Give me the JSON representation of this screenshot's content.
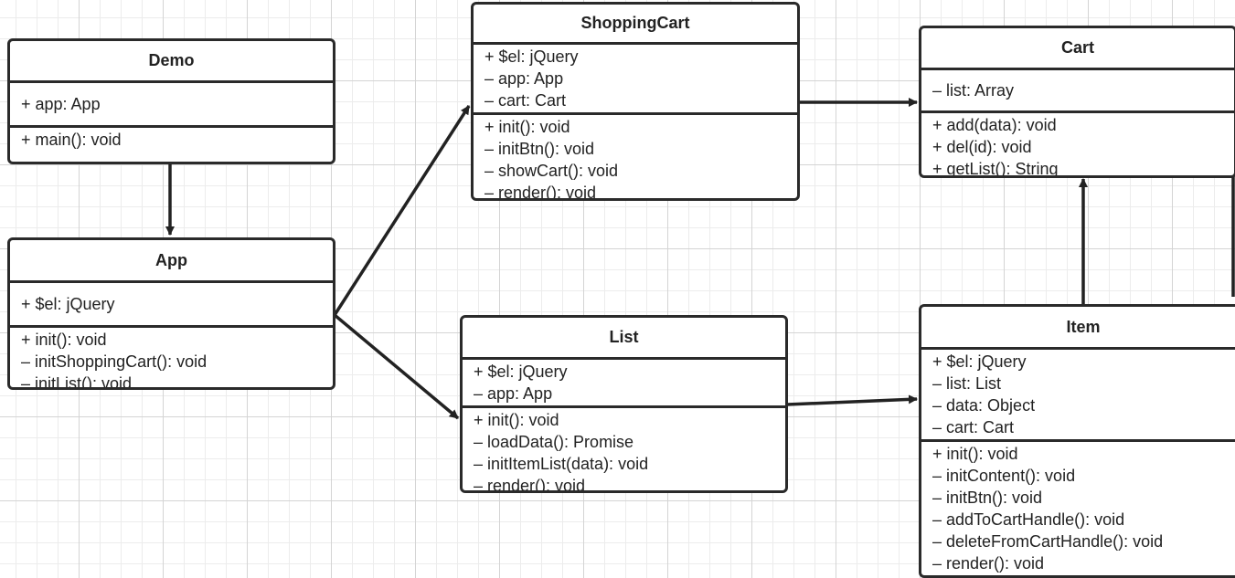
{
  "classes": {
    "demo": {
      "name": "Demo",
      "attributes": [
        "+ app: App"
      ],
      "methods": [
        "+ main(): void"
      ]
    },
    "app": {
      "name": "App",
      "attributes": [
        "+ $el: jQuery"
      ],
      "methods": [
        "+ init(): void",
        "– initShoppingCart(): void",
        "– initList(): void"
      ]
    },
    "shoppingcart": {
      "name": "ShoppingCart",
      "attributes": [
        "+ $el: jQuery",
        "– app: App",
        "– cart: Cart"
      ],
      "methods": [
        "+ init(): void",
        "– initBtn(): void",
        "– showCart(): void",
        "– render(): void"
      ]
    },
    "cart": {
      "name": "Cart",
      "attributes": [
        "– list: Array"
      ],
      "methods": [
        "+ add(data): void",
        "+ del(id): void",
        "+ getList(): String"
      ]
    },
    "list": {
      "name": "List",
      "attributes": [
        "+ $el: jQuery",
        "– app: App"
      ],
      "methods": [
        "+ init(): void",
        "– loadData(): Promise",
        "– initItemList(data): void",
        "– render(): void"
      ]
    },
    "item": {
      "name": "Item",
      "attributes": [
        "+ $el: jQuery",
        "– list: List",
        "– data: Object",
        "– cart: Cart"
      ],
      "methods": [
        "+ init(): void",
        "– initContent(): void",
        "– initBtn(): void",
        "– addToCartHandle(): void",
        "– deleteFromCartHandle(): void",
        "– render(): void"
      ]
    }
  },
  "relations": [
    {
      "from": "Demo",
      "to": "App"
    },
    {
      "from": "App",
      "to": "ShoppingCart"
    },
    {
      "from": "App",
      "to": "List"
    },
    {
      "from": "ShoppingCart",
      "to": "Cart"
    },
    {
      "from": "List",
      "to": "Item"
    },
    {
      "from": "Item",
      "to": "Cart"
    }
  ]
}
